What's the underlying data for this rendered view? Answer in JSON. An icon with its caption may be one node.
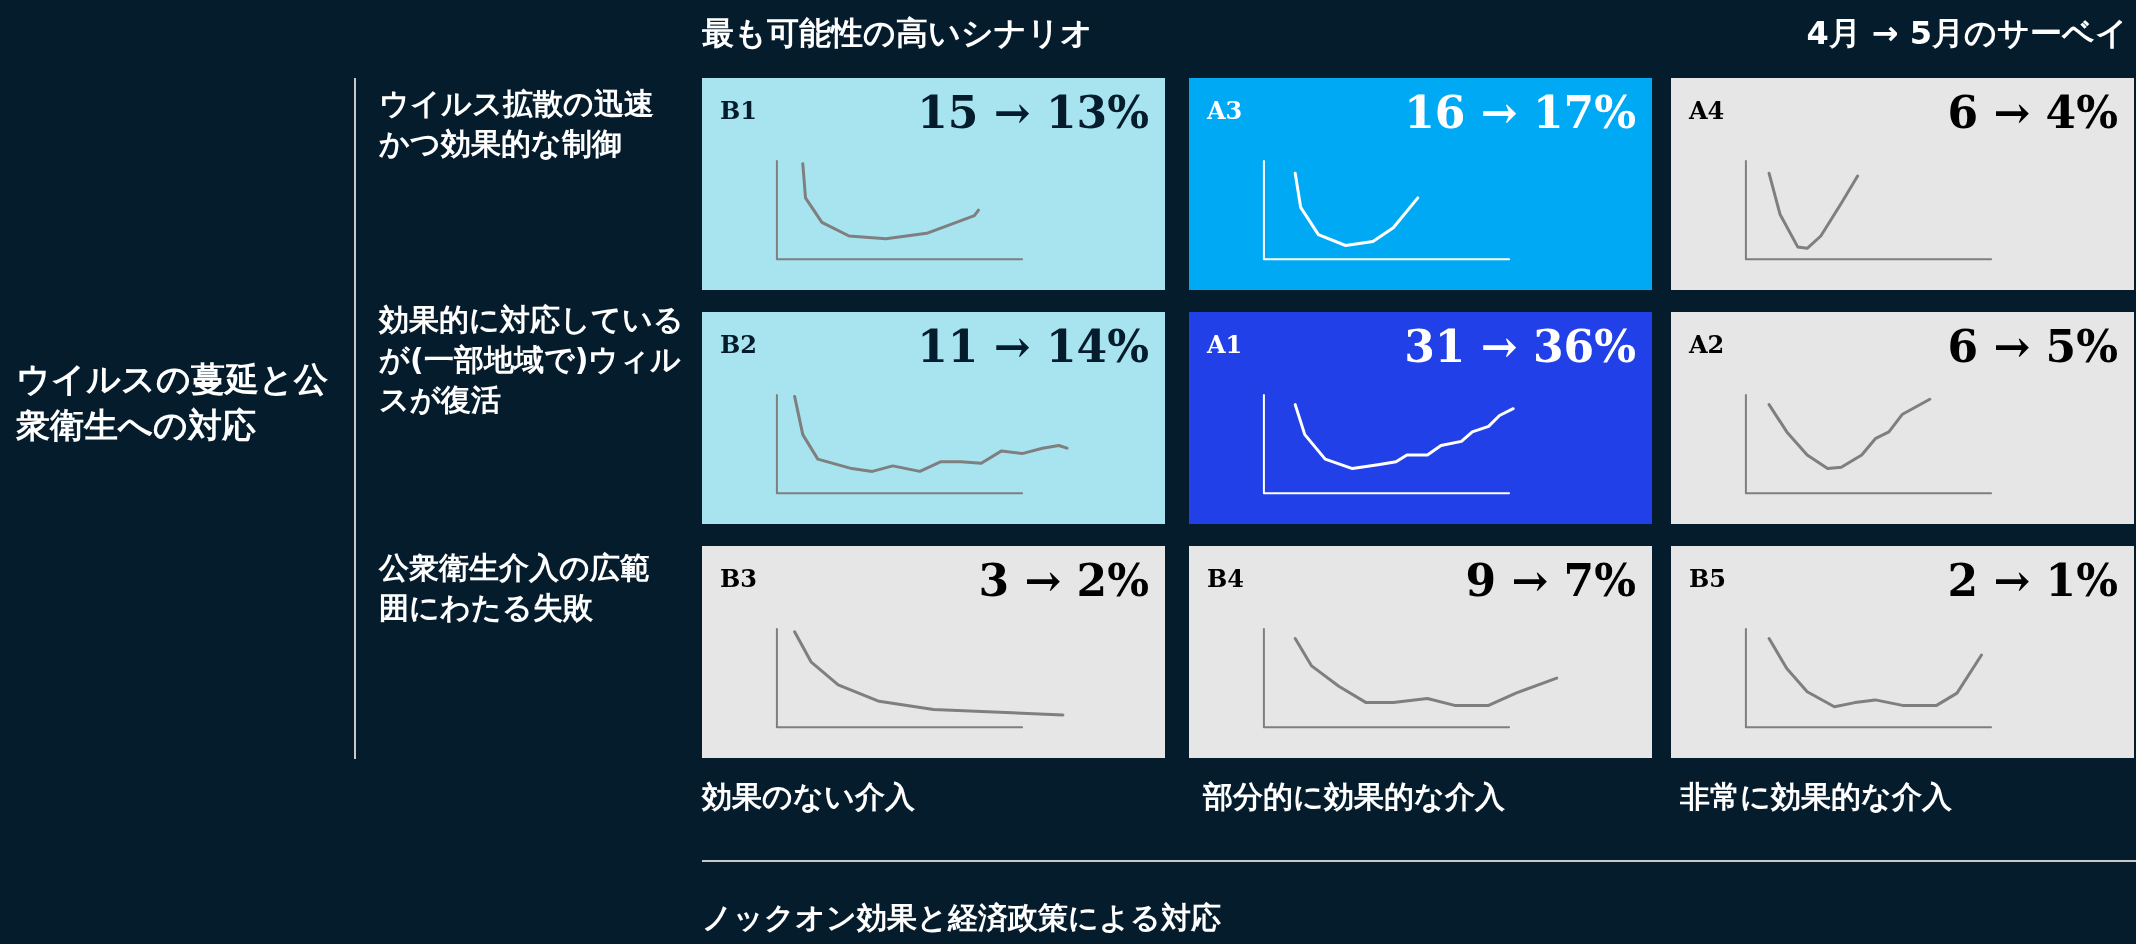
{
  "diagram": {
    "nodes": [
      {
        "text": [
          "B1",
          "15 → 13%"
        ]
      },
      {
        "text": [
          "A3",
          "16 → 17%"
        ]
      },
      {
        "text": [
          "A4",
          "6 → 4%"
        ]
      },
      {
        "text": [
          "B2",
          "11 → 14%"
        ]
      },
      {
        "text": [
          "A1",
          "31 → 36%"
        ]
      },
      {
        "text": [
          "A2",
          "6 → 5%"
        ]
      },
      {
        "text": [
          "B3",
          "3 → 2%"
        ]
      },
      {
        "text": [
          "B4",
          "9 → 7%"
        ]
      },
      {
        "text": [
          "B5",
          "2 → 1%"
        ]
      }
    ],
    "labels": [
      "最も可能性の高いシナリオ",
      "4月 → 5月のサーベイ",
      "ウイルスの蔓延と公衆衛生への対応",
      "ウイルス拡散の迅速かつ効果的な制御",
      "効果的に対応しているが(一部地域で)ウィルスが復活",
      "公衆衛生介入の広範囲にわたる失敗",
      "効果のない介入",
      "部分的に効果的な介入",
      "非常に効果的な介入",
      "ノックオン効果と経済政策による対応"
    ]
  }
}
